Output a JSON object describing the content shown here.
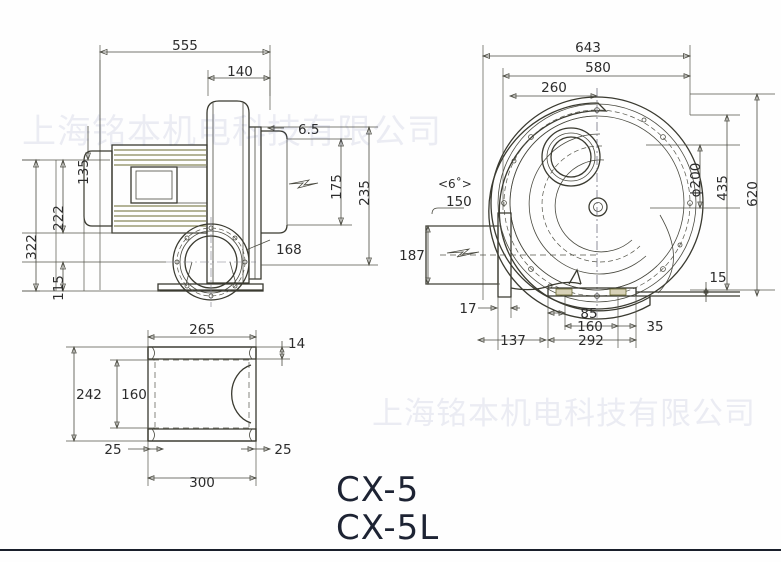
{
  "document": {
    "type": "engineering-drawing",
    "subject": "centrifugal blower dimensional drawing",
    "background_color": "#fefefe",
    "line_color": "#3a3a32"
  },
  "title": {
    "line1": "CX-5",
    "line2": "CX-5L"
  },
  "watermark": {
    "text": "上海铭本机电科技有限公司",
    "color": "#2b3a86",
    "opacity": "0.085",
    "occurrences": 2
  },
  "views": {
    "side_elevation": {
      "name": "side elevation (left upper)",
      "dimensions": {
        "overall_length": "555",
        "fan_casing_width": "140",
        "flange_thickness": "6.5",
        "motor_height_above_axis": "135",
        "outlet_height": "175",
        "outlet_top_height": "235",
        "overall_height": "322",
        "axis_height_upper": "222",
        "base_height": "115",
        "inlet_diameter": "168"
      }
    },
    "base_plan": {
      "name": "base plate plan (left lower)",
      "dimensions": {
        "inner_width": "265",
        "plate_thickness": "14",
        "overall_depth": "242",
        "bolt_span_depth": "160",
        "edge_left": "25",
        "edge_right": "25",
        "overall_width": "300"
      }
    },
    "front_elevation": {
      "name": "front elevation / volute (right)",
      "dimensions": {
        "overall_width": "643",
        "casing_width": "580",
        "inlet_offset": "260",
        "outlet_diameter": "ϕ200",
        "axis_height": "435",
        "overall_height": "620",
        "outlet_flange_height": "150",
        "outlet_angle": "<6˚>",
        "inlet_duct_height": "187",
        "flange_thickness": "17",
        "base_offset": "137",
        "bolt_offset": "85",
        "bolt_span": "160",
        "base_length": "292",
        "base_edge": "35",
        "base_plate_thickness": "15"
      }
    }
  },
  "labels": {
    "d555": "555",
    "d140": "140",
    "d6_5": "6.5",
    "d135": "135",
    "d175": "175",
    "d235": "235",
    "d322": "322",
    "d222": "222",
    "d115": "115",
    "d168": "168",
    "d265": "265",
    "d14": "14",
    "d242": "242",
    "d160b": "160",
    "d25a": "25",
    "d25b": "25",
    "d300": "300",
    "d643": "643",
    "d580": "580",
    "d260": "260",
    "d200": "ϕ200",
    "d435": "435",
    "d620": "620",
    "d150": "150",
    "angle6": "<6˚>",
    "d187": "187",
    "d17": "17",
    "d137": "137",
    "d85": "85",
    "d160c": "160",
    "d292": "292",
    "d35": "35",
    "d15": "15"
  }
}
